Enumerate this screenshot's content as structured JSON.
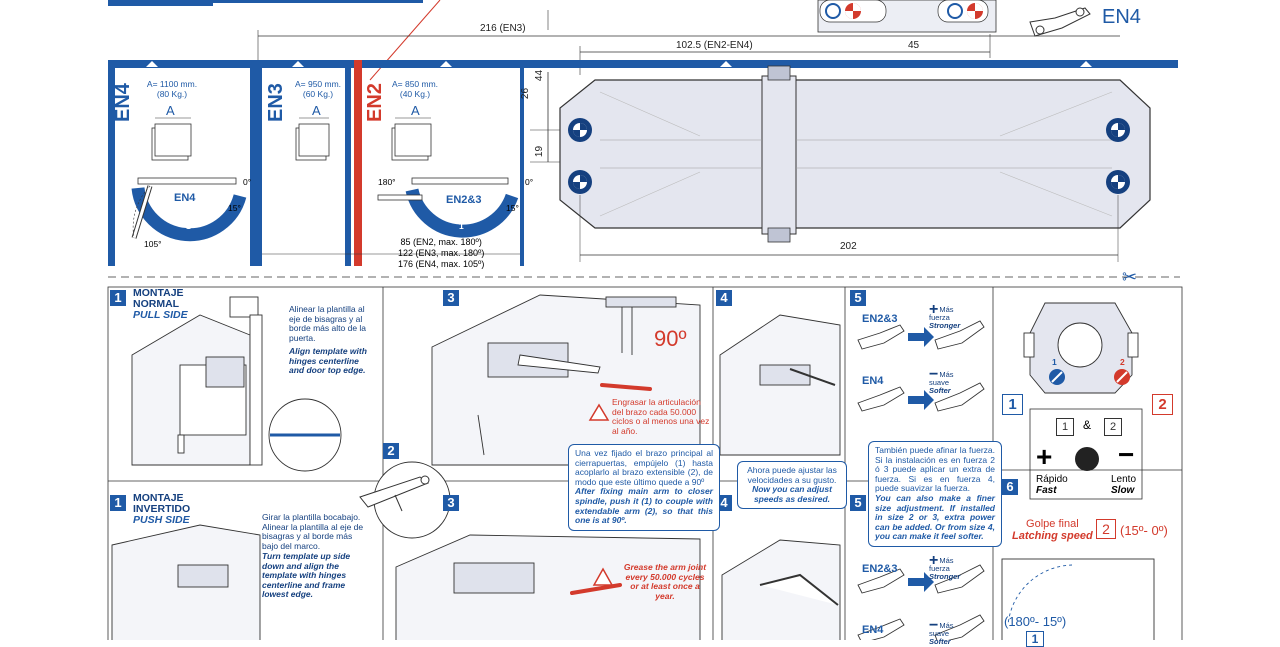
{
  "top_dims": {
    "en3_width": "216 (EN3)",
    "en2_en4_width": "102.5 (EN2-EN4)",
    "right_width": "45",
    "height_44": "44",
    "height_26": "26",
    "height_19": "19",
    "body_length": "202",
    "corner_label": "EN4"
  },
  "models": [
    {
      "code": "EN4",
      "spec1": "A= 1100 mm.",
      "spec2": "(80 Kg.)",
      "letter": "A",
      "arc_label": "EN4",
      "angle_open": "0°",
      "angle_15": "15°",
      "angle_max": "105°",
      "pos": "1"
    },
    {
      "code": "EN3",
      "spec1": "A= 950 mm.",
      "spec2": "(60 Kg.)",
      "letter": "A"
    },
    {
      "code": "EN2",
      "spec1": "A= 850 mm.",
      "spec2": "(40 Kg.)",
      "letter": "A",
      "arc_label": "EN2&3",
      "angle_open": "0°",
      "angle_15": "15°",
      "angle_max": "180°",
      "pos": "1"
    }
  ],
  "arm_notes": {
    "line1": "85 (EN2, max. 180º)",
    "line2": "122 (EN3, max. 180º)",
    "line3": "176 (EN4, max. 105º)"
  },
  "steps": {
    "s1_top": {
      "num": "1",
      "title1": "MONTAJE",
      "title2": "NORMAL",
      "subtitle": "PULL SIDE",
      "es": "Alinear la plantilla al eje de bisagras y al borde más alto de la puerta.",
      "en": "Align template with hinges centerline and door top edge."
    },
    "s2": {
      "num": "2"
    },
    "s3_top": {
      "num": "3",
      "angle": "90º",
      "warn_es": "Engrasar la articulación del brazo cada 50.000 ciclos o al menos una vez al año."
    },
    "s_middle_note": {
      "es": "Una vez fijado el brazo principal al cierrapuertas, empújelo (1) hasta acoplarlo al brazo extensible (2), de modo que este último quede a 90º",
      "en": "After fixing main arm to closer spindle, push it (1) to couple with extendable arm (2), so that this one is at 90º."
    },
    "s4_top": {
      "num": "4"
    },
    "s4_note": {
      "es": "Ahora puede ajustar las velocidades a su gusto.",
      "en": "Now you can adjust speeds as desired."
    },
    "s5_top": {
      "num": "5",
      "group1": "EN2&3",
      "group2": "EN4",
      "plus_es": "Más fuerza",
      "plus_en": "Stronger",
      "minus_es": "Más suave",
      "minus_en": "Softer"
    },
    "s5_note": {
      "es": "También puede afinar la fuerza. Si la instalación es en fuerza 2 ó 3 puede aplicar un extra de fuerza. Si es en fuerza 4, puede suavizar la fuerza.",
      "en": "You can also make a finer size adjustment. If installed in size 2 or 3, extra power can be added. Or from size 4, you can make it feel softer."
    },
    "s_valves": {
      "v1": "1",
      "v2": "2",
      "and": "&",
      "fast_es": "Rápido",
      "fast_en": "Fast",
      "slow_es": "Lento",
      "slow_en": "Slow"
    },
    "s6": {
      "num": "6",
      "latch_es": "Golpe final",
      "latch_en": "Latching speed",
      "latch_num": "2",
      "latch_range": "(15º- 0º)",
      "close_range": "(180º- 15º)",
      "close_num": "1"
    },
    "s1_bot": {
      "num": "1",
      "title1": "MONTAJE",
      "title2": "INVERTIDO",
      "subtitle": "PUSH SIDE",
      "es": "Girar la plantilla bocabajo. Alinear la plantilla al eje de bisagras y al borde más bajo del marco.",
      "en": "Turn template up side down and align the template with hinges centerline and frame lowest edge."
    },
    "s3_bot": {
      "num": "3",
      "warn_en": "Grease the arm joint every 50.000 cycles or at least once a year."
    },
    "s4_bot": {
      "num": "4"
    },
    "s5_bot": {
      "num": "5",
      "group1": "EN2&3",
      "group2": "EN4",
      "plus_es": "Más fuerza",
      "plus_en": "Stronger",
      "minus_es": "Más suave",
      "minus_en": "Softer"
    }
  },
  "colors": {
    "brand_blue": "#1f5aa6",
    "accent_red": "#d33a2c",
    "body_gray": "#e4e6ef"
  }
}
